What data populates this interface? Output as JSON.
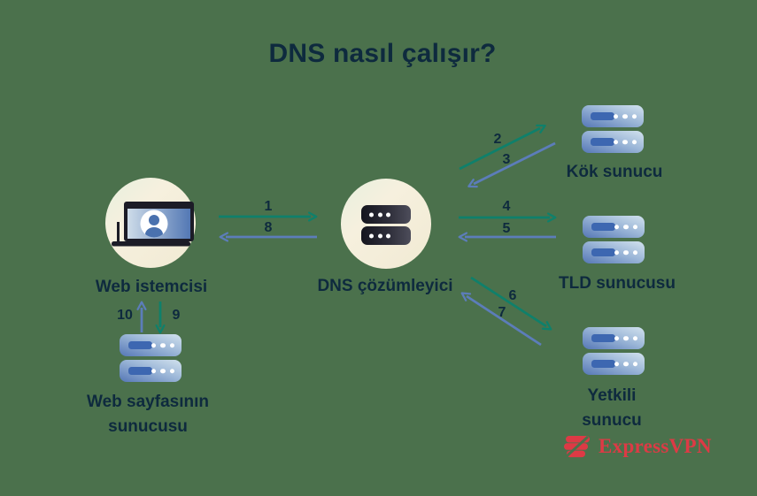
{
  "title": "DNS nasıl çalışır?",
  "nodes": {
    "web_client": {
      "label": "Web istemcisi"
    },
    "dns_resolver": {
      "label": "DNS çözümleyici"
    },
    "root_server": {
      "label": "Kök sunucu"
    },
    "tld_server": {
      "label": "TLD sunucusu"
    },
    "auth_server": {
      "label_line1": "Yetkili",
      "label_line2": "sunucu"
    },
    "web_server": {
      "label_line1": "Web sayfasının",
      "label_line2": "sunucusu"
    }
  },
  "flow": [
    {
      "step": "1",
      "from": "web_client",
      "to": "dns_resolver",
      "color": "teal"
    },
    {
      "step": "2",
      "from": "dns_resolver",
      "to": "root_server",
      "color": "teal"
    },
    {
      "step": "3",
      "from": "root_server",
      "to": "dns_resolver",
      "color": "blue"
    },
    {
      "step": "4",
      "from": "dns_resolver",
      "to": "tld_server",
      "color": "teal"
    },
    {
      "step": "5",
      "from": "tld_server",
      "to": "dns_resolver",
      "color": "blue"
    },
    {
      "step": "6",
      "from": "dns_resolver",
      "to": "auth_server",
      "color": "teal"
    },
    {
      "step": "7",
      "from": "auth_server",
      "to": "dns_resolver",
      "color": "blue"
    },
    {
      "step": "8",
      "from": "dns_resolver",
      "to": "web_client",
      "color": "blue"
    },
    {
      "step": "9",
      "from": "web_client",
      "to": "web_server",
      "color": "teal"
    },
    {
      "step": "10",
      "from": "web_server",
      "to": "web_client",
      "color": "blue"
    }
  ],
  "icons": {
    "web_client": "laptop-user-icon",
    "dns_resolver": "server-rack-dark-icon",
    "name_servers": "server-rack-blue-icon",
    "brand": "expressvpn-burger-icon"
  },
  "brand": {
    "name": "ExpressVPN"
  },
  "colors": {
    "background": "#4b714c",
    "text_navy": "#0e2a3e",
    "request_arrow_teal": "#0f806b",
    "response_arrow_blue": "#5c7dba",
    "node_circle_cream": "#f3eeda",
    "server_blue": "#5577b6",
    "server_slot_blue": "#3d67b1",
    "brand_red": "#dd3a45"
  }
}
